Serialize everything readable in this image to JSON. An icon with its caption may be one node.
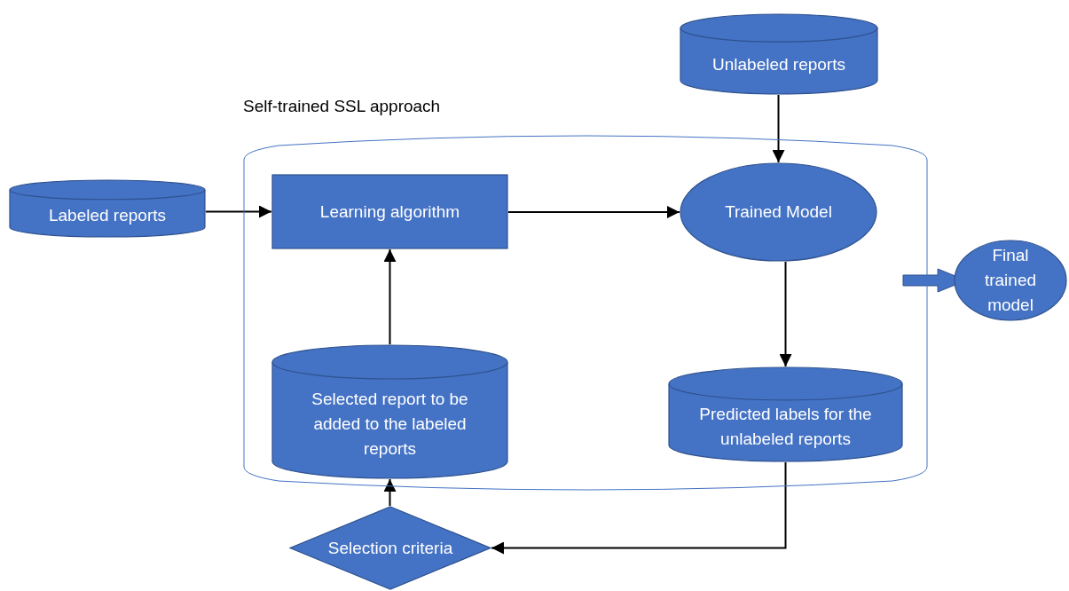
{
  "diagram": {
    "nodes": [
      {
        "text": [
          "Unlabeled reports"
        ]
      },
      {
        "text": [
          "Self-trained SSL approach"
        ]
      },
      {
        "text": [
          "Labeled reports"
        ]
      },
      {
        "text": [
          "Learning algorithm"
        ],
        "in": 1
      },
      {
        "text": [
          "Trained Model"
        ],
        "in": 1
      },
      {
        "text": [
          "Final trained model"
        ]
      },
      {
        "text": [
          "Selected report to be added to the labeled reports"
        ],
        "in": 1
      },
      {
        "text": [
          "Predicted labels for the unlabeled reports"
        ],
        "in": 1
      },
      {
        "text": [
          "Selection criteria"
        ]
      }
    ],
    "edges": [
      {
        "from": 2,
        "to": 3,
        "arrow": "to"
      },
      {
        "from": 3,
        "to": 4,
        "arrow": "to"
      },
      {
        "from": 0,
        "to": 4,
        "arrow": "to"
      },
      {
        "from": 4,
        "to": 7,
        "arrow": "to"
      },
      {
        "from": 7,
        "to": 8,
        "arrow": "to"
      },
      {
        "from": 8,
        "to": 6,
        "arrow": "to"
      },
      {
        "from": 6,
        "to": 3,
        "arrow": "to"
      },
      {
        "from": 1,
        "to": 5,
        "arrow": "to",
        "style": "thick",
        "color": "#4472c4"
      }
    ]
  }
}
